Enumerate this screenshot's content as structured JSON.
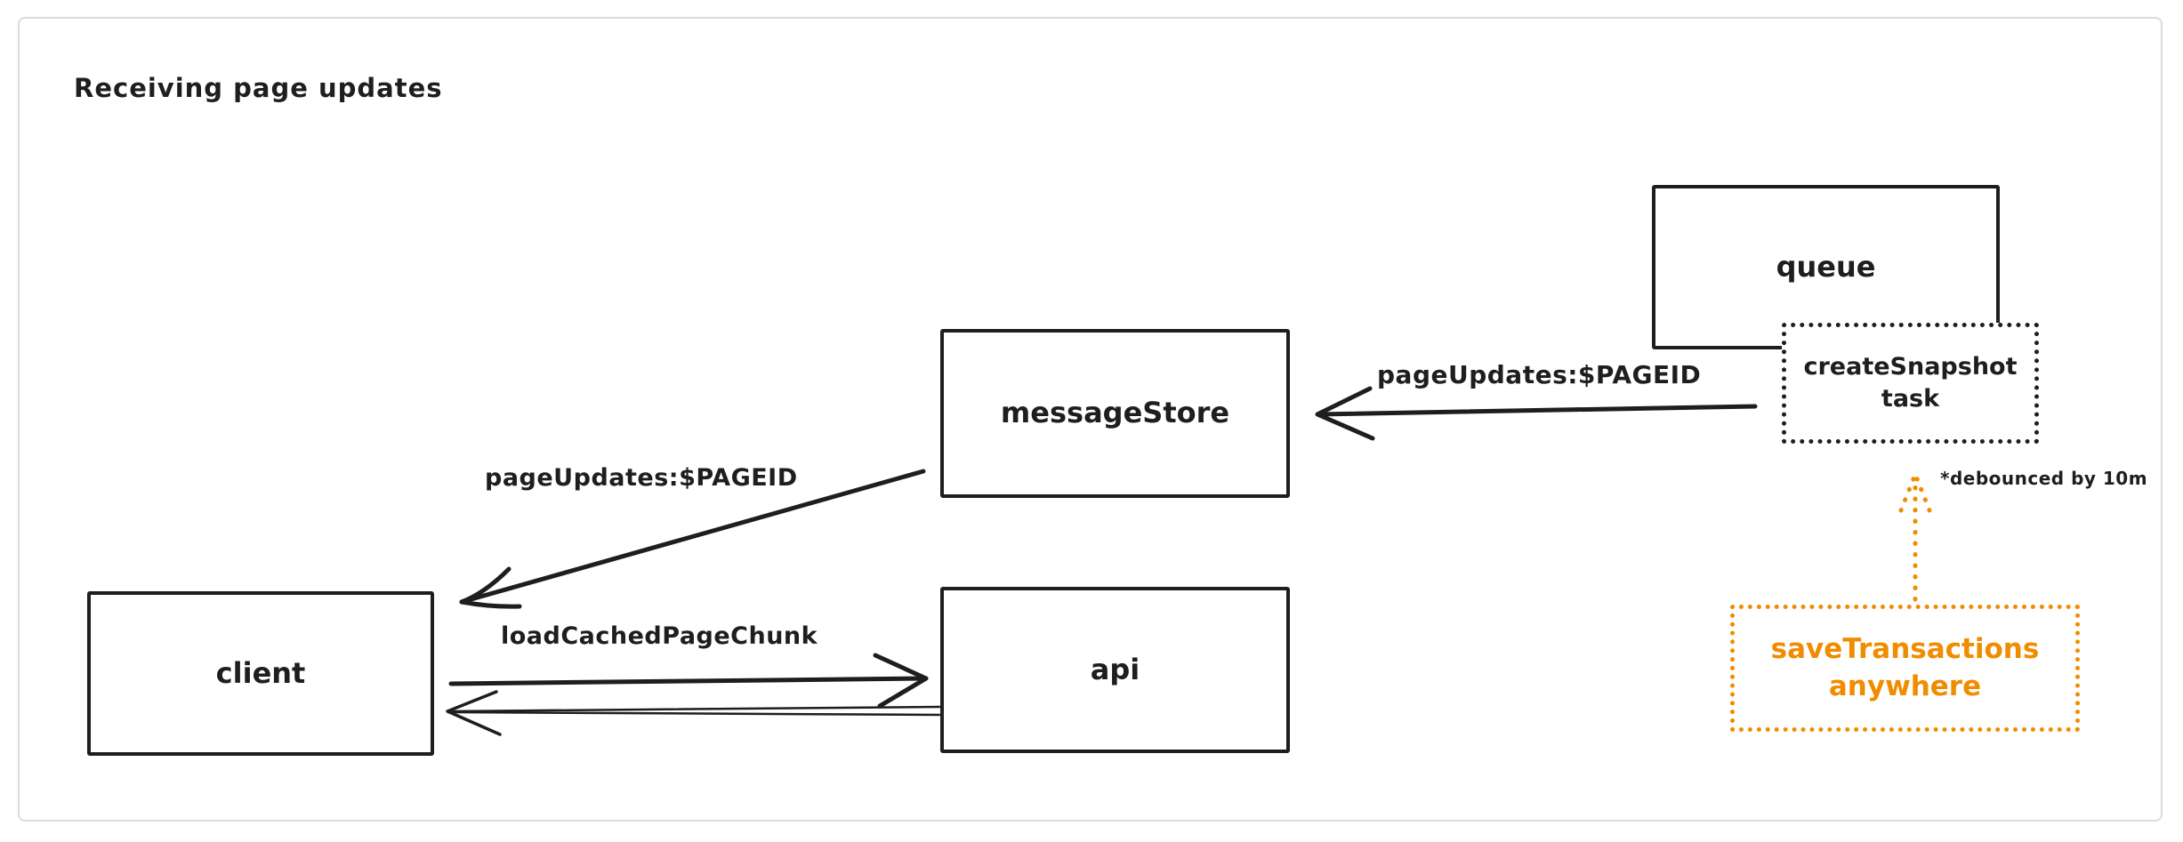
{
  "title": "Receiving page updates",
  "colors": {
    "stroke": "#1e1e1e",
    "accent_orange": "#f08c00",
    "background": "#ffffff",
    "frame_border": "#dcdcdc"
  },
  "nodes": {
    "queue": {
      "label": "queue",
      "style": "solid"
    },
    "create_snapshot": {
      "label": "createSnapshot task",
      "style": "dotted"
    },
    "message_store": {
      "label": "messageStore",
      "style": "solid"
    },
    "client": {
      "label": "client",
      "style": "solid"
    },
    "api": {
      "label": "api",
      "style": "solid"
    },
    "save_transactions": {
      "label": "saveTransactions anywhere",
      "style": "dotted-orange"
    }
  },
  "edges": {
    "task_to_store": {
      "label": "pageUpdates:$PAGEID"
    },
    "store_to_client": {
      "label": "pageUpdates:$PAGEID"
    },
    "client_to_api": {
      "label": "loadCachedPageChunk"
    },
    "save_to_task": {
      "annotation": "*debounced by 10m"
    }
  }
}
